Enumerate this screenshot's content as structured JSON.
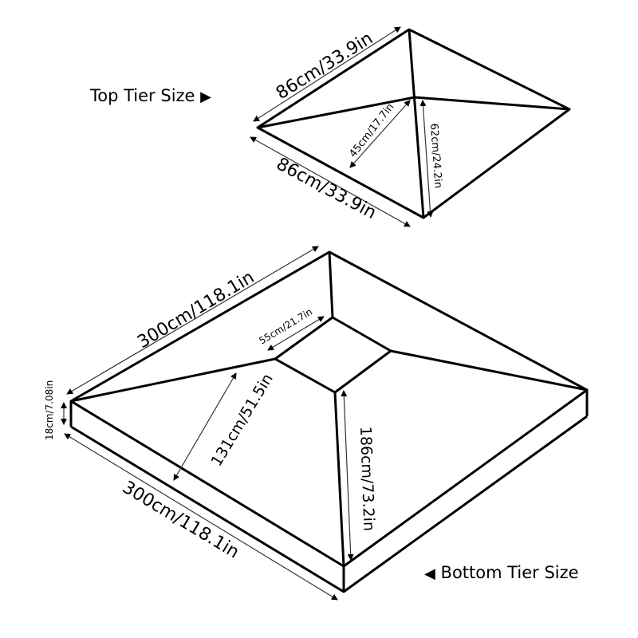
{
  "labels": {
    "top_tier": "Top Tier Size",
    "bottom_tier": "Bottom Tier Size",
    "top_arrow": "▶",
    "bottom_arrow": "◀"
  },
  "top_tier": {
    "side_upper": "86cm/33.9in",
    "side_lower": "86cm/33.9in",
    "slant_height": "45cm/17.7in",
    "ridge_length": "62cm/24.2in"
  },
  "bottom_tier": {
    "side_upper": "300cm/118.1in",
    "side_lower": "300cm/118.1in",
    "top_opening": "55cm/21.7in",
    "slant_height": "131cm/51.5in",
    "ridge_length": "186cm/73.2in",
    "valance_height": "18cm/7.08in"
  },
  "colors": {
    "line": "#000000",
    "dimension": "#333333",
    "background": "#ffffff"
  }
}
